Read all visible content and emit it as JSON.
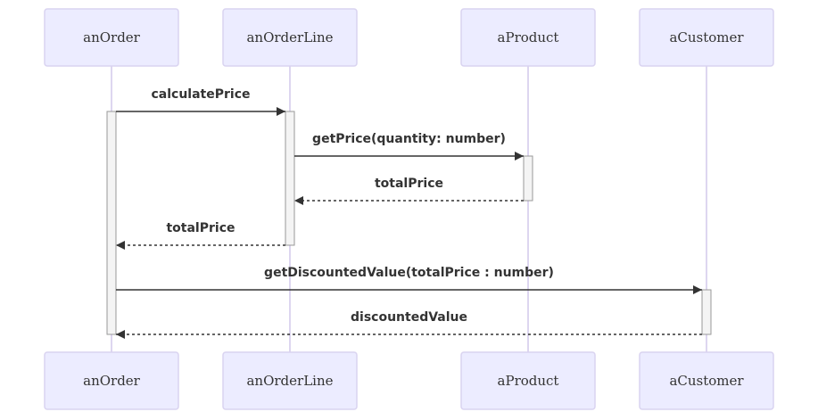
{
  "participants": [
    {
      "id": "anOrder",
      "label": "anOrder"
    },
    {
      "id": "anOrderLine",
      "label": "anOrderLine"
    },
    {
      "id": "aProduct",
      "label": "aProduct"
    },
    {
      "id": "aCustomer",
      "label": "aCustomer"
    }
  ],
  "messages": [
    {
      "from": "anOrder",
      "to": "anOrderLine",
      "label": "calculatePrice",
      "style": "solid"
    },
    {
      "from": "anOrderLine",
      "to": "aProduct",
      "label": "getPrice(quantity: number)",
      "style": "solid"
    },
    {
      "from": "aProduct",
      "to": "anOrderLine",
      "label": "totalPrice",
      "style": "dashed"
    },
    {
      "from": "anOrderLine",
      "to": "anOrder",
      "label": "totalPrice",
      "style": "dashed"
    },
    {
      "from": "anOrder",
      "to": "aCustomer",
      "label": "getDiscountedValue(totalPrice : number)",
      "style": "solid"
    },
    {
      "from": "aCustomer",
      "to": "anOrder",
      "label": "discountedValue",
      "style": "dashed"
    }
  ],
  "colors": {
    "actor_fill": "#ececff",
    "actor_border": "#d9d3f0",
    "lifeline": "#d2c8ec",
    "activation_fill": "#f4f4f4",
    "line": "#333333"
  }
}
